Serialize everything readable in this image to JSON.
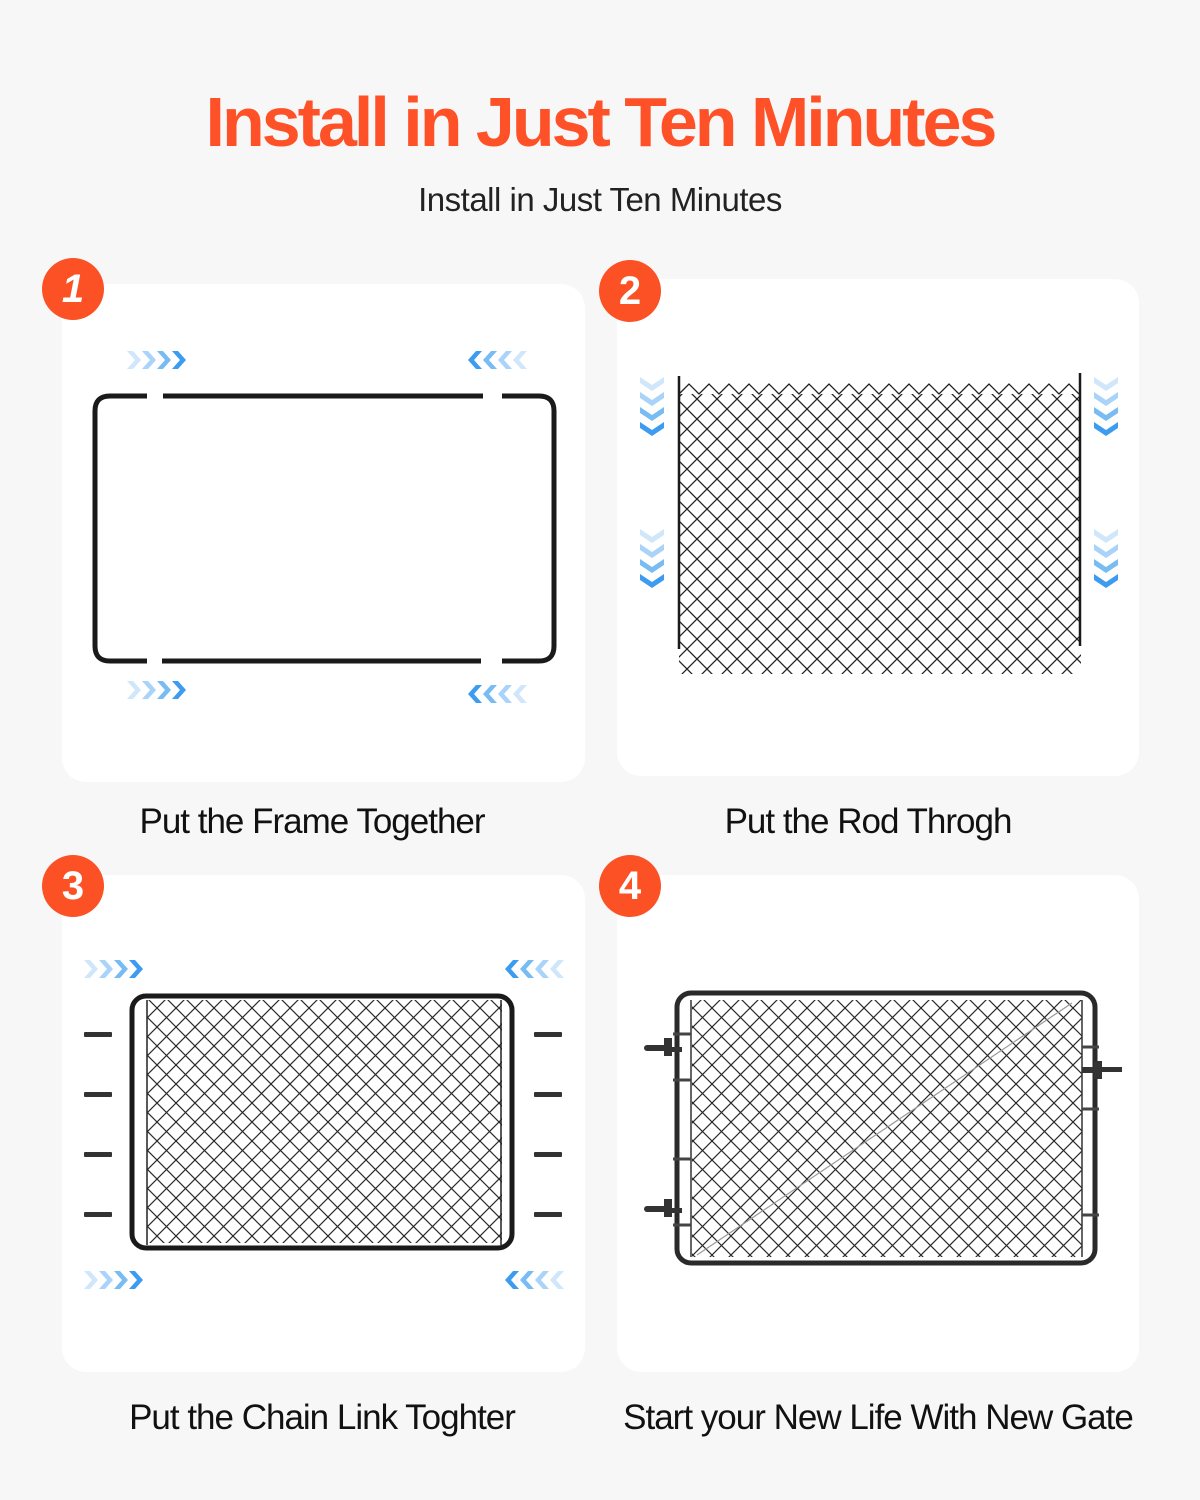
{
  "header": {
    "title": "Install in Just Ten Minutes",
    "subtitle": "Install in Just Ten Minutes"
  },
  "colors": {
    "accent": "#ff5128",
    "badge": "#fb5124",
    "arrow_blue": "#3d9cf0",
    "background": "#f7f7f7",
    "card": "#ffffff",
    "frame": "#1a1a1a"
  },
  "steps": [
    {
      "number": "1",
      "caption": "Put the Frame Together",
      "icon": "frame-pieces-arrows"
    },
    {
      "number": "2",
      "caption": "Put the Rod Throgh",
      "icon": "chain-link-mesh-down-arrows"
    },
    {
      "number": "3",
      "caption": "Put the Chain Link Toghter",
      "icon": "mesh-in-frame-arrows"
    },
    {
      "number": "4",
      "caption": "Start your New Life With New Gate",
      "icon": "finished-gate"
    }
  ]
}
